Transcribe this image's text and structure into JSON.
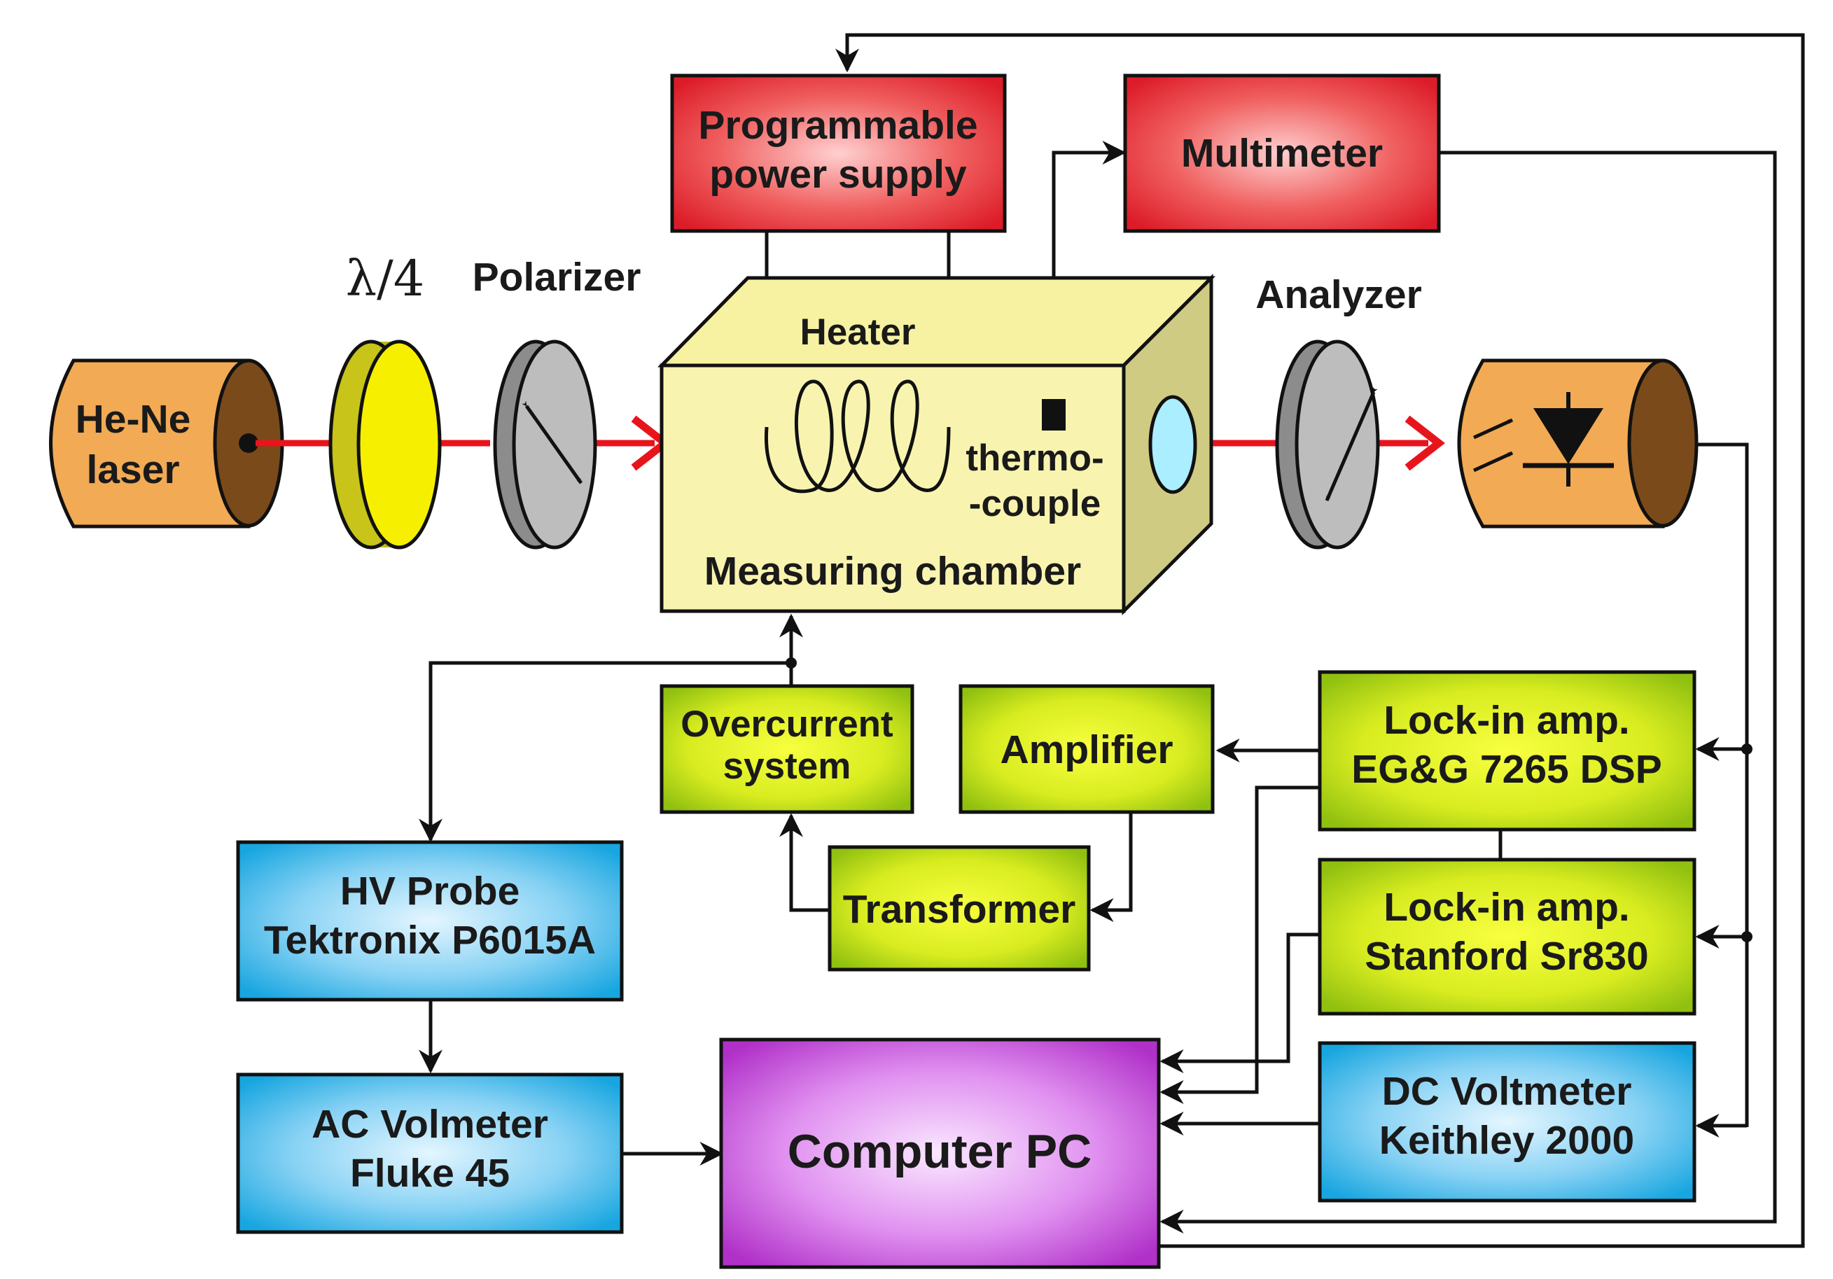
{
  "components": {
    "laser": [
      "He-Ne",
      "laser"
    ],
    "quarter_wave": "λ/4",
    "polarizer": "Polarizer",
    "analyzer": "Analyzer",
    "power_supply": [
      "Programmable",
      "power supply"
    ],
    "multimeter": "Multimeter",
    "heater": "Heater",
    "thermocouple": [
      "thermo-",
      "-couple"
    ],
    "chamber": "Measuring chamber",
    "overcurrent": [
      "Overcurrent",
      "system"
    ],
    "amplifier": "Amplifier",
    "transformer": "Transformer",
    "lockin1": [
      "Lock-in amp.",
      "EG&G 7265 DSP"
    ],
    "lockin2": [
      "Lock-in amp.",
      "Stanford Sr830"
    ],
    "hv_probe": [
      "HV Probe",
      "Tektronix P6015A"
    ],
    "ac_voltmeter": [
      "AC Volmeter",
      "Fluke 45"
    ],
    "computer": "Computer PC",
    "dc_voltmeter": [
      "DC Voltmeter",
      "Keithley 2000"
    ]
  },
  "colors": {
    "red_box": "#e8323c",
    "green_box": "#b8d81c",
    "blue_box": "#2fb6e8",
    "purple_box": "#c050d8",
    "laser_body": "#f0a850",
    "laser_face": "#7a4a1a",
    "chamber": "#f6f2a2",
    "beam": "#e8141c",
    "waveplate": "#f4f000",
    "polarizer": "#a8a8a8"
  }
}
